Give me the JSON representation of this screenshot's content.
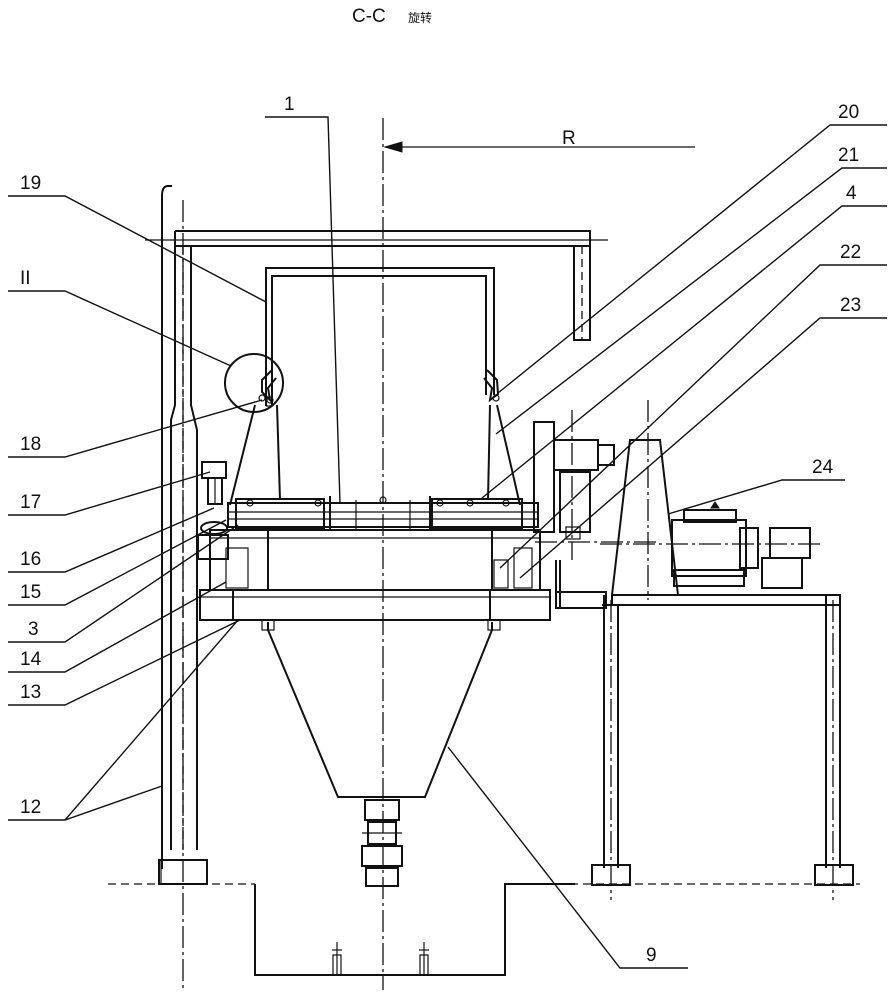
{
  "title": {
    "section": "C-C",
    "rotation": "旋转"
  },
  "radius_label": "R",
  "callouts": {
    "c1": "1",
    "c20": "20",
    "c21": "21",
    "c4": "4",
    "c22": "22",
    "c23": "23",
    "c24": "24",
    "c19": "19",
    "cII": "II",
    "c18": "18",
    "c17": "17",
    "c16": "16",
    "c15": "15",
    "c3": "3",
    "c14": "14",
    "c13": "13",
    "c12": "12",
    "c9": "9"
  }
}
